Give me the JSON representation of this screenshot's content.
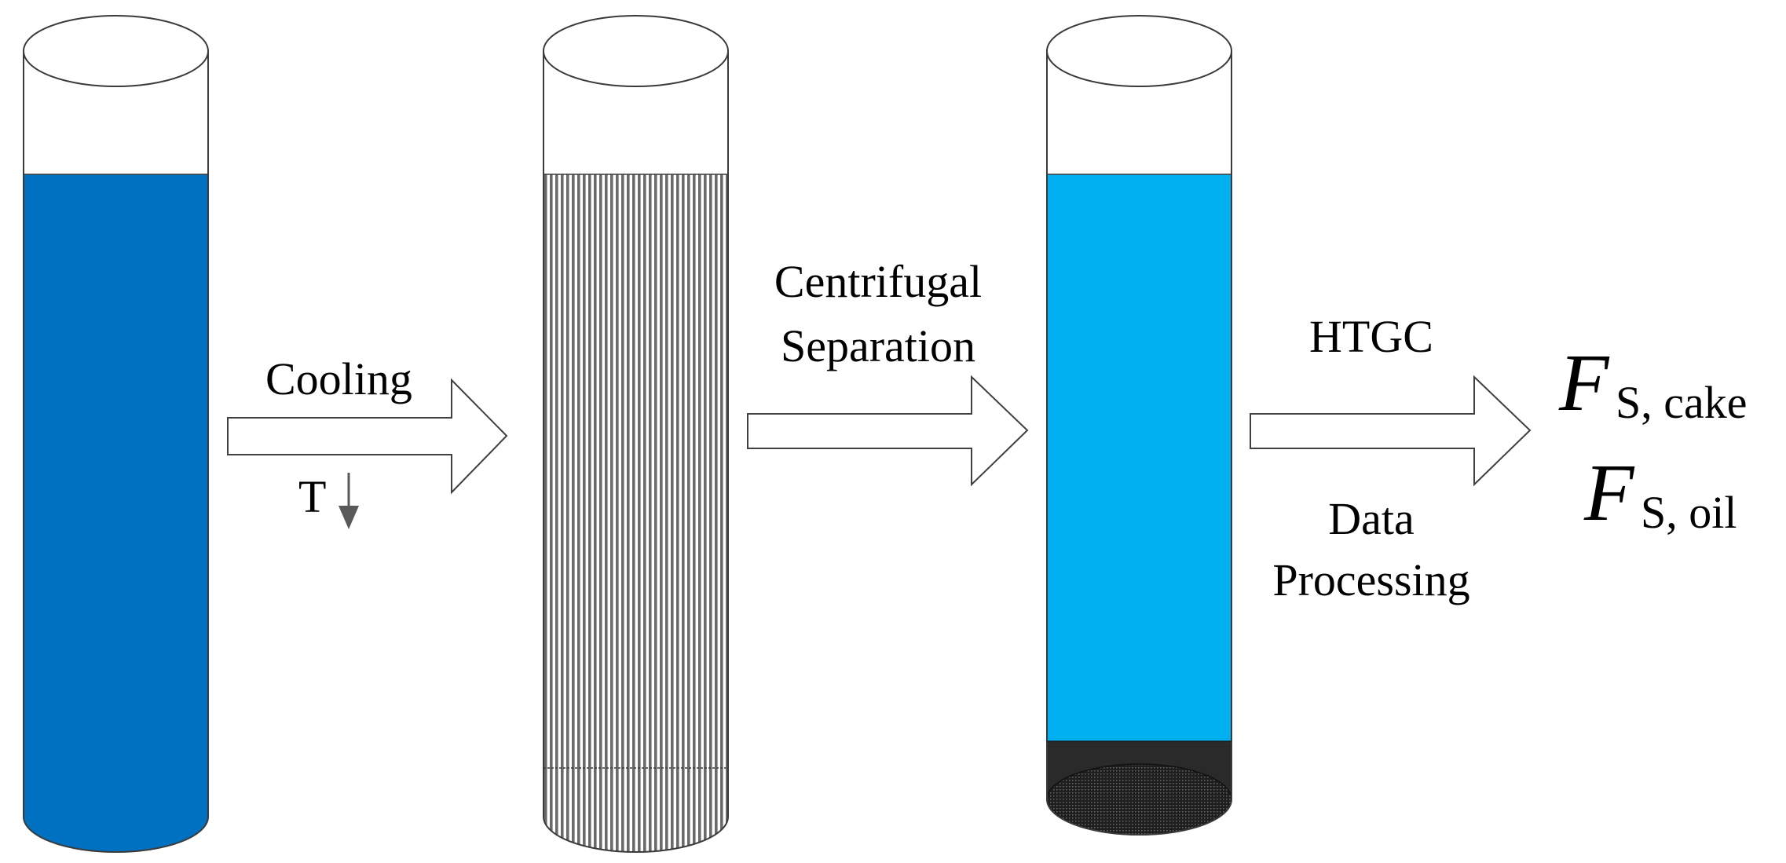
{
  "steps": {
    "cooling": {
      "label": "Cooling",
      "sub_label": "T"
    },
    "centrifugal": {
      "line1": "Centrifugal",
      "line2": "Separation"
    },
    "htgc": {
      "label": "HTGC",
      "below_line1": "Data",
      "below_line2": "Processing"
    }
  },
  "results": {
    "cake": {
      "symbol": "F",
      "subscript": "S, cake"
    },
    "oil": {
      "symbol": "F",
      "subscript": "S, oil"
    }
  },
  "colors": {
    "tube_outline": "#3a3a3a",
    "liquid_initial": "#0070c0",
    "liquid_separated": "#00b0f0",
    "cake_sediment": "#2a2a2a",
    "arrow_outline": "#404040",
    "down_arrow": "#595959"
  }
}
